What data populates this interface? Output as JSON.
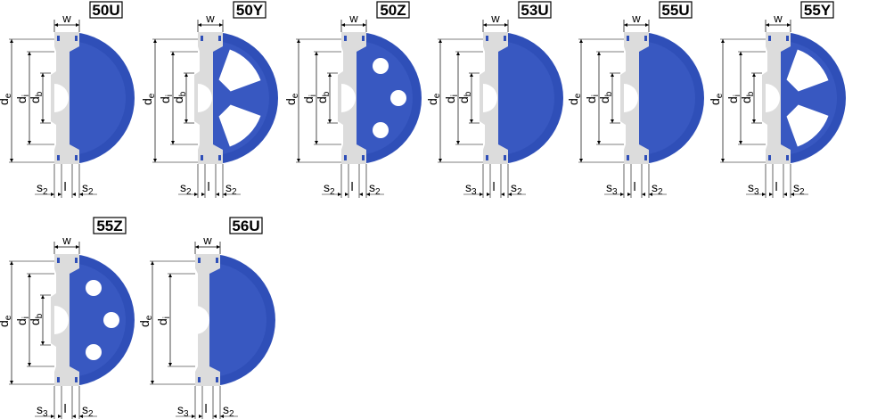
{
  "colors": {
    "pulley_blue": "#2f4fb8",
    "pulley_blue_dark": "#1f3a9c",
    "pulley_blue_light": "#4a6ad0",
    "section_grey": "#dcdcdc",
    "section_grey_dark": "#bdbdbd",
    "line": "#000000"
  },
  "pulleys": [
    {
      "code": "50U",
      "style": "solid",
      "has_db": true,
      "left_dim": "s2",
      "right_dim": "s2"
    },
    {
      "code": "50Y",
      "style": "spoked",
      "has_db": true,
      "left_dim": "s2",
      "right_dim": "s2"
    },
    {
      "code": "50Z",
      "style": "holes",
      "has_db": true,
      "left_dim": "s2",
      "right_dim": "s2"
    },
    {
      "code": "53U",
      "style": "solid",
      "has_db": true,
      "left_dim": "s3",
      "right_dim": "s2"
    },
    {
      "code": "55U",
      "style": "solid",
      "has_db": true,
      "left_dim": "s3",
      "right_dim": "s2"
    },
    {
      "code": "55Y",
      "style": "spoked",
      "has_db": true,
      "left_dim": "s3",
      "right_dim": "s2"
    },
    {
      "code": "55Z",
      "style": "holes",
      "has_db": true,
      "left_dim": "s3",
      "right_dim": "s2"
    },
    {
      "code": "56U",
      "style": "plain",
      "has_db": false,
      "left_dim": "s3",
      "right_dim": "s2"
    }
  ],
  "labels": {
    "w": "w",
    "de_main": "d",
    "de_sub": "e",
    "di_main": "d",
    "di_sub": "i",
    "db_main": "d",
    "db_sub": "b",
    "l": "l",
    "s2_main": "s",
    "s2_sub": "2",
    "s3_main": "s",
    "s3_sub": "3"
  }
}
